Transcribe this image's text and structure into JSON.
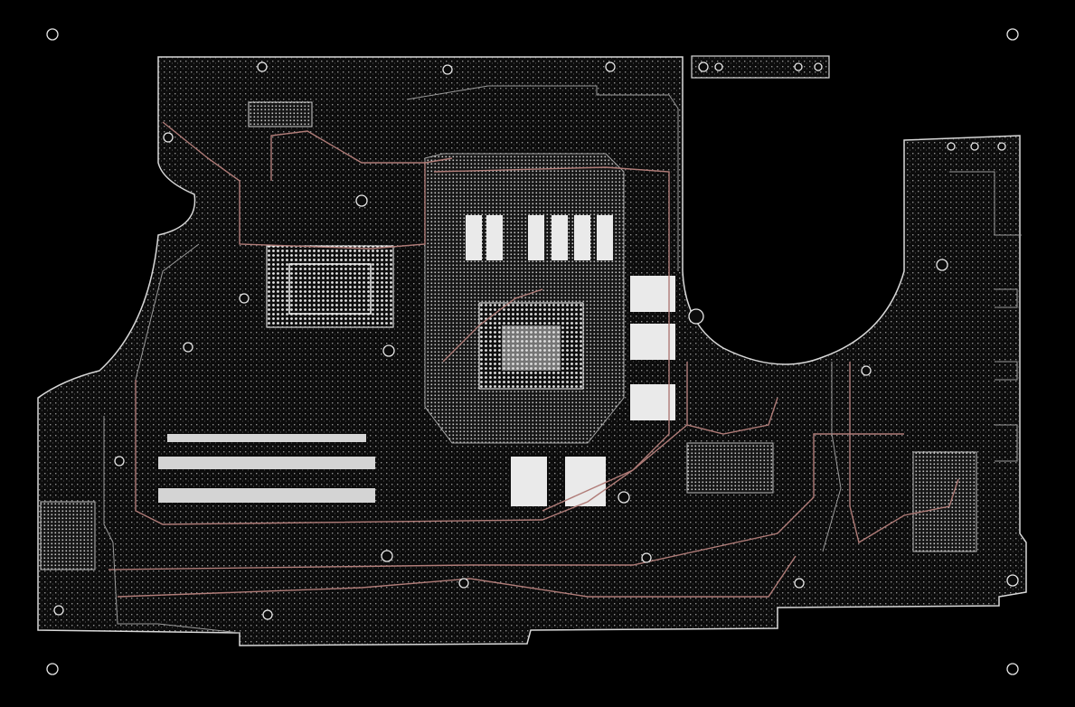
{
  "colors": {
    "background": "#000000",
    "board_fill": "#0c0c0c",
    "board_outline": "#d8d8d8",
    "via_dot": "#bdbdbd",
    "pad": "#f2f2f2",
    "copper_trace": "#b07c78",
    "silk_line": "#9a9a9a"
  },
  "layers": [
    "board-outline",
    "via-field",
    "component-pads",
    "copper-traces",
    "mounting-holes"
  ],
  "icons": {
    "mounting_hole": "hole-icon",
    "chip": "chip-icon"
  }
}
